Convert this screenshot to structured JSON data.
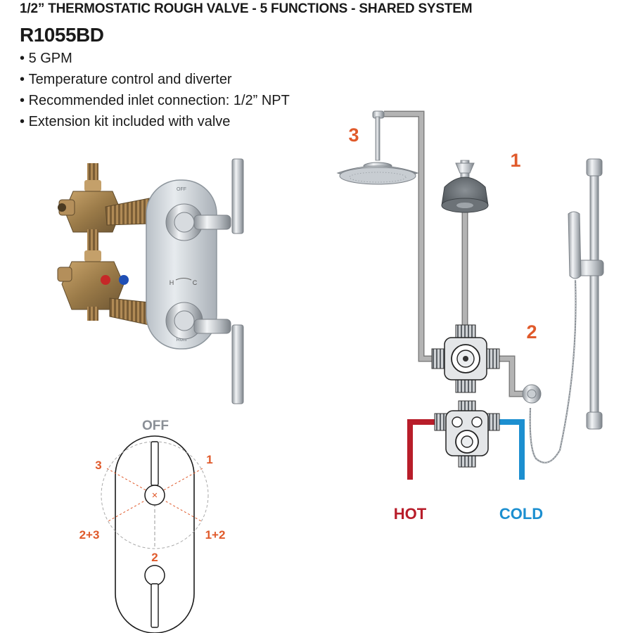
{
  "header": {
    "title": "1/2” THERMOSTATIC ROUGH VALVE - 5 FUNCTIONS  - SHARED SYSTEM",
    "model": "R1055BD"
  },
  "features": [
    "5 GPM",
    "Temperature control and diverter",
    "Recommended inlet connection: 1/2” NPT",
    "Extension kit included with valve"
  ],
  "trim_plate": {
    "off_mark": "OFF",
    "hot_mark": "H",
    "cold_mark": "C",
    "brand_mark": "Rohl"
  },
  "diverter_dial": {
    "off": "OFF",
    "pos_1": "1",
    "pos_3": "3",
    "pos_2_3": "2+3",
    "pos_1_2": "1+2",
    "pos_2": "2"
  },
  "outlets": {
    "rain_head": "3",
    "shower_head": "1",
    "hand_shower": "2"
  },
  "supply": {
    "hot": "HOT",
    "cold": "COLD"
  },
  "colors": {
    "accent_orange": "#e05a2b",
    "hot_red": "#b81d2a",
    "cold_blue": "#1c8fd0",
    "pipe_gray": "#a9a9a9",
    "off_gray": "#8a8f96"
  }
}
